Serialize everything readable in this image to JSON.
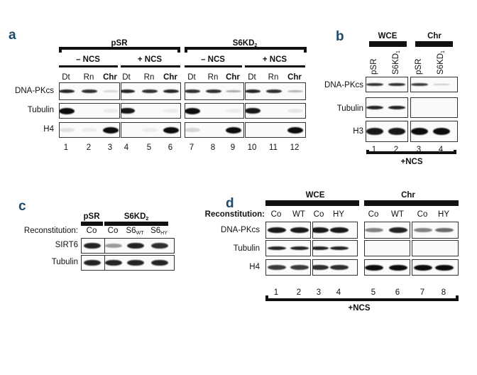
{
  "panel_a": {
    "letter": "a",
    "groups": [
      "pSR",
      "S6KD"
    ],
    "group2_sub": "2",
    "ncs": [
      "– NCS",
      "+ NCS",
      "– NCS",
      "+ NCS"
    ],
    "fractions": [
      "Dt",
      "Rn",
      "Chr",
      "Dt",
      "Rn",
      "Chr",
      "Dt",
      "Rn",
      "Chr",
      "Dt",
      "Rn",
      "Chr"
    ],
    "rows": [
      "DNA-PKcs",
      "Tubulin",
      "H4"
    ],
    "lanes": [
      "1",
      "2",
      "3",
      "4",
      "5",
      "6",
      "7",
      "8",
      "9",
      "10",
      "11",
      "12"
    ],
    "band_intensity": [
      [
        0.9,
        0.85,
        0.15,
        0.9,
        0.85,
        0.9,
        0.85,
        0.85,
        0.35,
        0.9,
        0.85,
        0.3
      ],
      [
        1,
        0,
        0.05,
        0.95,
        0,
        0.05,
        1,
        0,
        0.05,
        0.95,
        0,
        0.08
      ],
      [
        0.1,
        0.05,
        1,
        0,
        0.05,
        1,
        0.15,
        0,
        1,
        0,
        0,
        1
      ]
    ]
  },
  "panel_b": {
    "letter": "b",
    "groups": [
      "WCE",
      "Chr"
    ],
    "samples": [
      "pSR",
      "S6KD",
      "pSR",
      "S6KD"
    ],
    "sample_sub": "1",
    "rows": [
      "DNA-PKcs",
      "Tubulin",
      "H3"
    ],
    "lanes": [
      "1",
      "2",
      "3",
      "4"
    ],
    "treatment": "+NCS",
    "band_intensity": [
      [
        0.85,
        0.85,
        0.8,
        0.2
      ],
      [
        0.9,
        0.9,
        0,
        0
      ],
      [
        0.95,
        0.95,
        1,
        1
      ]
    ]
  },
  "panel_c": {
    "letter": "c",
    "groups": [
      "pSR",
      "S6KD"
    ],
    "group2_sub": "2",
    "recon_label": "Reconstitution:",
    "recon": [
      "Co",
      "Co",
      "S6",
      "S6"
    ],
    "recon_sub": [
      "",
      "",
      "WT",
      "HY"
    ],
    "rows": [
      "SIRT6",
      "Tubulin"
    ],
    "band_intensity": [
      [
        0.9,
        0.4,
        0.9,
        0.85
      ],
      [
        0.9,
        0.9,
        0.9,
        0.9
      ]
    ]
  },
  "panel_d": {
    "letter": "d",
    "groups": [
      "WCE",
      "Chr"
    ],
    "recon_label": "Reconstitution:",
    "recon": [
      "Co",
      "WT",
      "Co",
      "HY",
      "Co",
      "WT",
      "Co",
      "HY"
    ],
    "rows": [
      "DNA-PKcs",
      "Tubulin",
      "H4"
    ],
    "lanes": [
      "1",
      "2",
      "3",
      "4",
      "5",
      "6",
      "7",
      "8"
    ],
    "treatment": "+NCS",
    "band_intensity": [
      [
        0.95,
        0.95,
        0.95,
        0.95,
        0.5,
        0.9,
        0.5,
        0.6
      ],
      [
        0.9,
        0.9,
        0.9,
        0.9,
        0,
        0,
        0,
        0
      ],
      [
        0.8,
        0.8,
        0.85,
        0.85,
        1,
        1,
        1,
        1
      ]
    ]
  }
}
